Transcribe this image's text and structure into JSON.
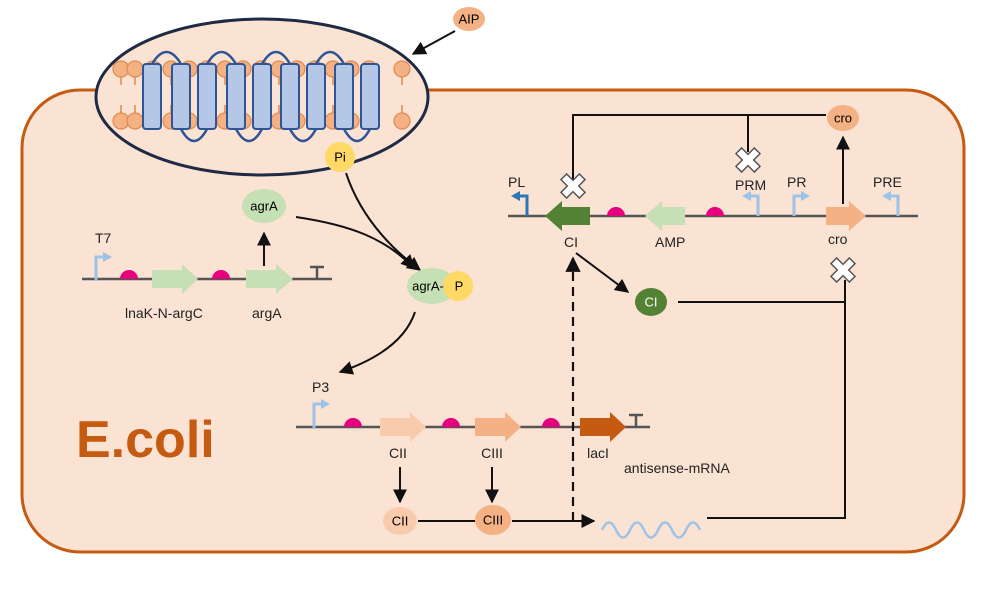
{
  "organism_label": "E.coli",
  "colors": {
    "cell_fill": "#fbe3d4",
    "cell_border": "#c55a11",
    "membrane_lipid": "#f4b183",
    "membrane_protein": "#b4c7e7",
    "protein_outline": "#2f5597",
    "rbs": "#e6007e",
    "light_green_gene": "#c5e0b4",
    "dark_green_gene": "#548235",
    "peach_gene": "#f8cbad",
    "orange_gene": "#f4b183",
    "dark_orange_gene": "#c55a11",
    "promoter_light": "#9dc3e6",
    "promoter_dark": "#2e75b6",
    "phosphate": "#ffd966",
    "mrna": "#9dc3e6"
  },
  "molecules": {
    "aip": "AIP",
    "pi": "Pi",
    "agra": "agrA",
    "agra_p_main": "agrA-",
    "agra_p_phos": "P",
    "ci_protein": "CI",
    "cii_protein": "CII",
    "ciii_protein": "CIII",
    "cro_protein": "cro"
  },
  "operon1": {
    "promoter": "T7",
    "gene1": "lnaK-N-argC",
    "gene2": "argA"
  },
  "operon2": {
    "promoter": "P3",
    "gene1": "CII",
    "gene2": "CIII",
    "gene3": "lacI",
    "antisense": "antisense-mRNA"
  },
  "operon3": {
    "promoter_pl": "PL",
    "gene_ci": "CI",
    "gene_amp": "AMP",
    "promoter_prm": "PRM",
    "promoter_pr": "PR",
    "gene_cro": "cro",
    "promoter_pre": "PRE"
  }
}
